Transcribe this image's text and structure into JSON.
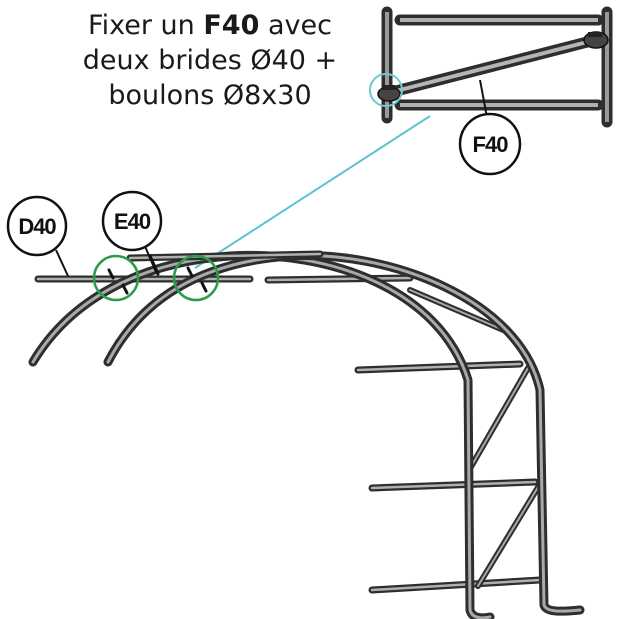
{
  "instruction": {
    "line1_pre": "Fixer un ",
    "line1_bold": "F40",
    "line1_post": " avec",
    "line2": "deux brides Ø40 +",
    "line3": "boulons Ø8x30"
  },
  "labels": {
    "d40": "D40",
    "e40": "E40",
    "f40": "F40"
  },
  "colors": {
    "tube": "#3a3a3a",
    "callout_line": "#5bc3cf",
    "detail_circle": "#6fc8d3",
    "clamp_circle": "#2a9d48",
    "text": "#1a1a1a"
  }
}
